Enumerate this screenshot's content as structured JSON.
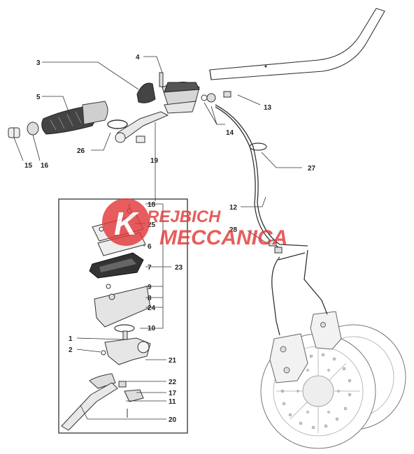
{
  "watermark": {
    "line1": "REJBICH",
    "line2": "MECCANICA",
    "logo_letter": "K",
    "color": "#e23a3a"
  },
  "callouts": {
    "c1": "1",
    "c2": "2",
    "c3": "3",
    "c4": "4",
    "c5": "5",
    "c6": "6",
    "c7": "7",
    "c8": "8",
    "c9": "9",
    "c10": "10",
    "c11": "11",
    "c12": "12",
    "c13": "13",
    "c14": "14",
    "c15": "15",
    "c16": "16",
    "c17": "17",
    "c18": "18",
    "c19": "19",
    "c20": "20",
    "c21": "21",
    "c22": "22",
    "c23": "23",
    "c24": "24",
    "c25": "25",
    "c26": "26",
    "c27": "27",
    "c28": "28"
  }
}
